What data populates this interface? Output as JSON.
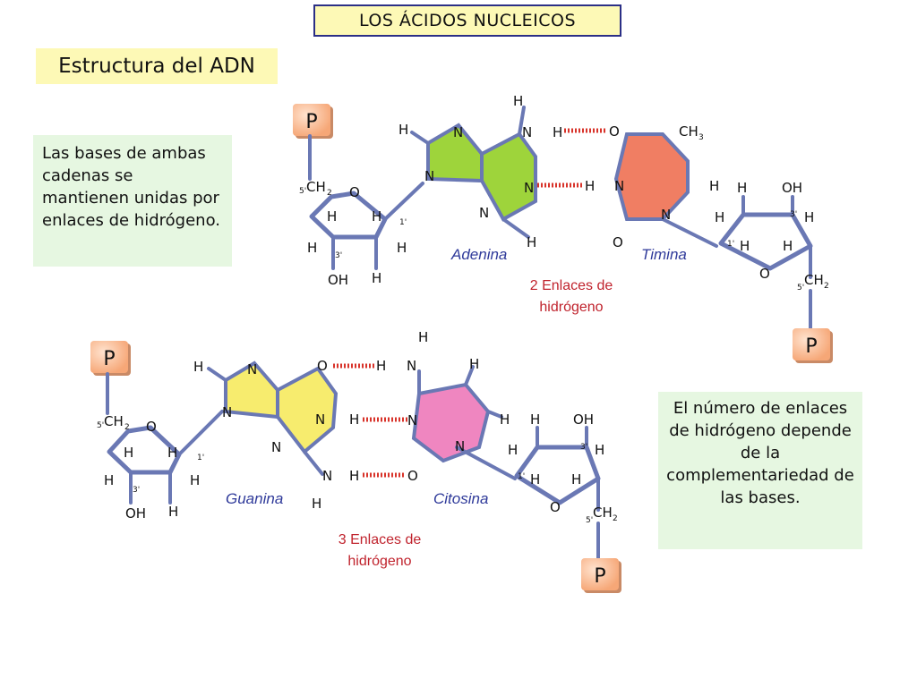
{
  "header": {
    "title": "LOS ÁCIDOS NUCLEICOS"
  },
  "section": {
    "title": "Estructura del ADN"
  },
  "notes": {
    "left": "Las bases de ambas cadenas se mantienen unidas por enlaces de hidrógeno.",
    "right": "El número de enlaces de hidrógeno depende de la complementariedad de las bases."
  },
  "pair_at": {
    "base1": "Adenina",
    "base2": "Timina",
    "bonds_line1": "2 Enlaces de",
    "bonds_line2": "hidrógeno"
  },
  "pair_gc": {
    "base1": "Guanina",
    "base2": "Citosina",
    "bonds_line1": "3 Enlaces de",
    "bonds_line2": "hidrógeno"
  },
  "phosphate": "P",
  "atoms": {
    "H": "H",
    "N": "N",
    "O": "O",
    "C": "C",
    "OH": "OH",
    "CH2": "CH",
    "CH3": "CH",
    "sub2": "2",
    "sub3": "3",
    "pos5": "5'",
    "pos3": "3'",
    "pos1": "1'"
  },
  "colors": {
    "adenine": "#9ed43b",
    "thymine": "#f07e63",
    "guanine": "#f7ec6e",
    "cytosine": "#ef86c0",
    "note_bg": "#e6f7e1",
    "title_bg": "#fdf9b6",
    "bond": "#d8332a",
    "frame": "#6a78b4"
  }
}
